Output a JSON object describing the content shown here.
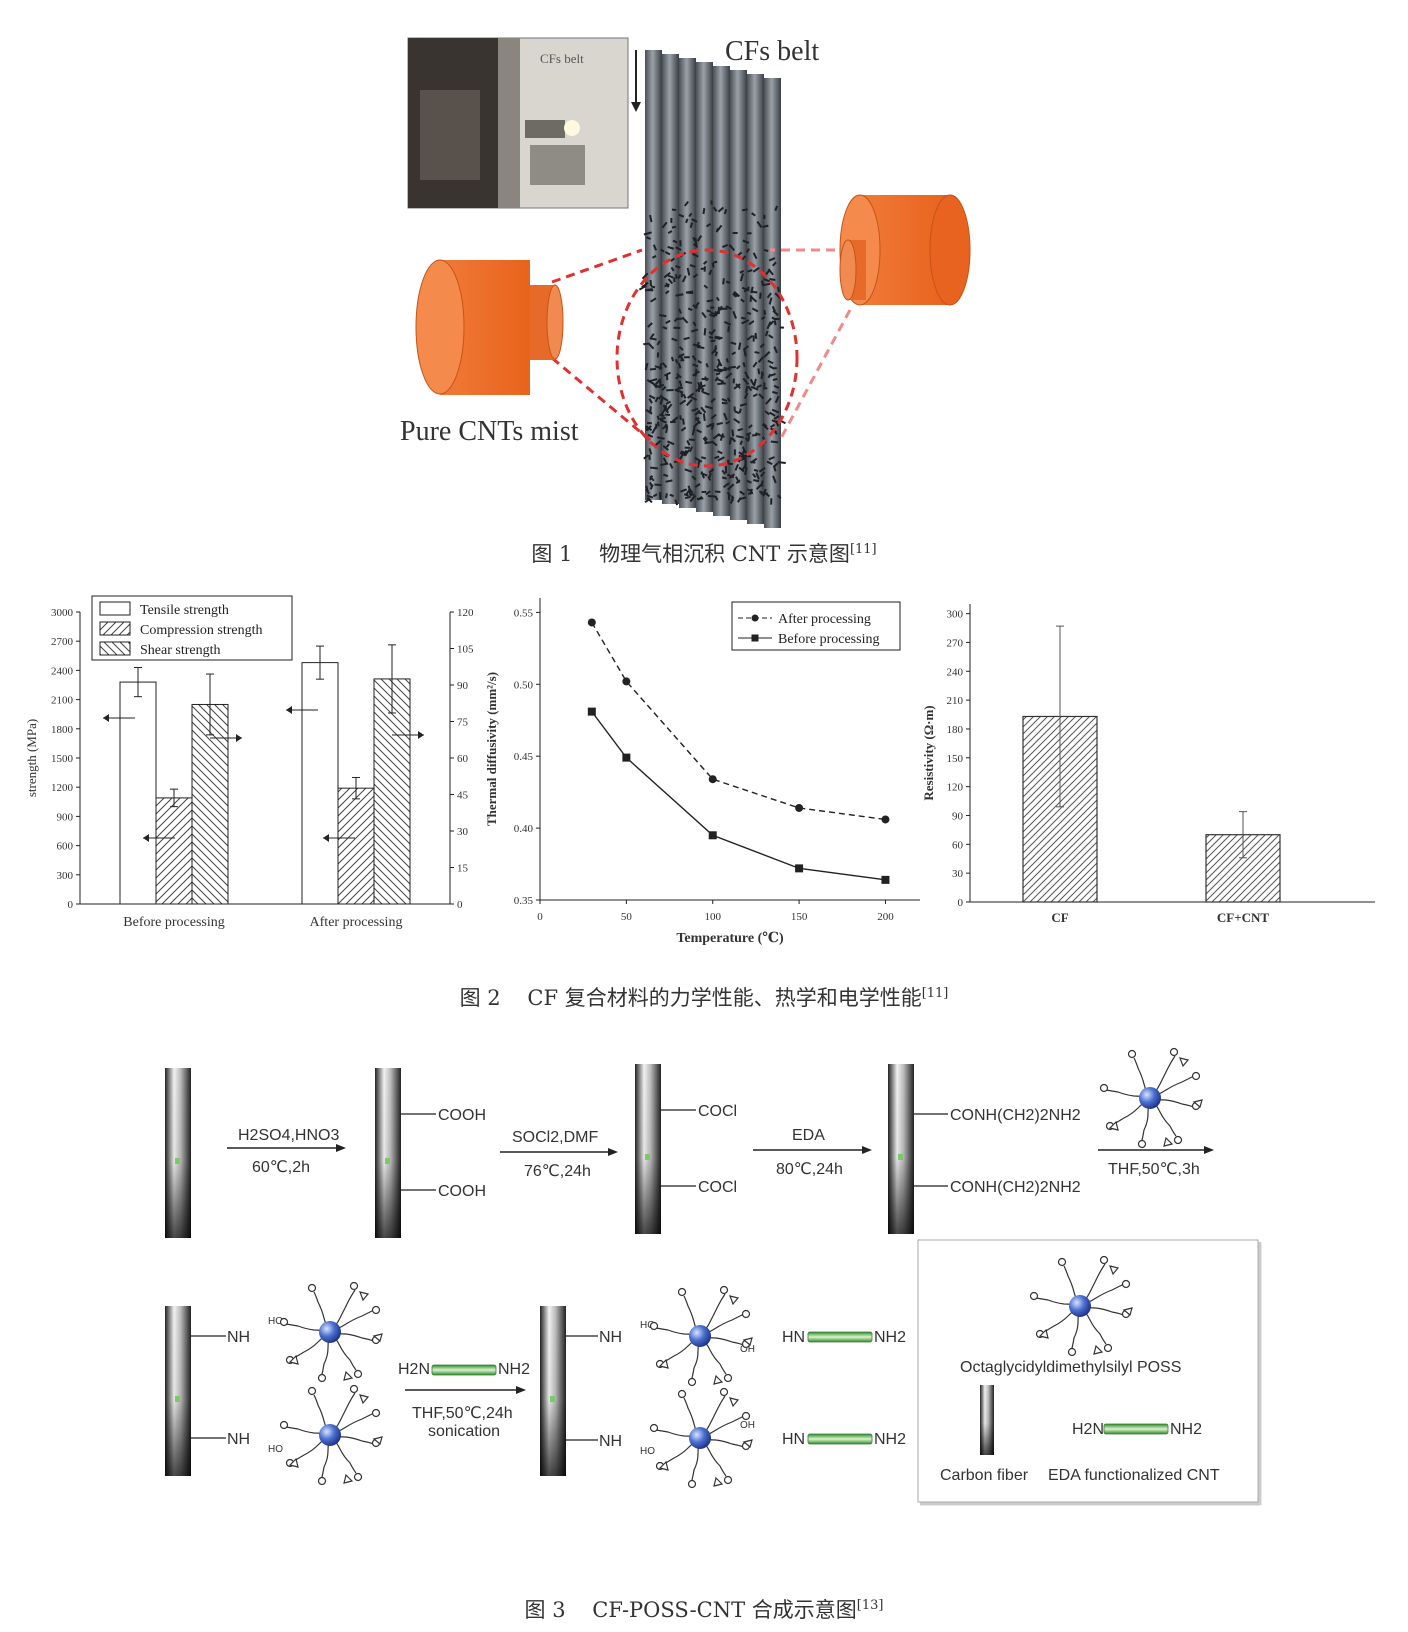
{
  "fig1": {
    "caption_num": "图 1",
    "caption_text": "物理气相沉积 CNT 示意图",
    "caption_ref": "[11]",
    "label_belt": "CFs belt",
    "label_inset_belt": "CFs belt",
    "label_mist": "Pure CNTs mist"
  },
  "fig2": {
    "caption_num": "图 2",
    "caption_text": "CF 复合材料的力学性能、热学和电学性能",
    "caption_ref": "[11]"
  },
  "fig3": {
    "caption_num": "图 3",
    "caption_text": "CF-POSS-CNT 合成示意图",
    "caption_ref": "[13]",
    "step1_top": "H2SO4,HNO3",
    "step1_bottom": "60℃,2h",
    "group1": "COOH",
    "step2_top": "SOCl2,DMF",
    "step2_bottom": "76℃,24h",
    "group2": "COCl",
    "step3_top": "EDA",
    "step3_bottom": "80℃,24h",
    "group3": "CONH(CH2)2NH2",
    "step4_bottom": "THF,50℃,3h",
    "nh": "NH",
    "ho": "HO",
    "oh": "OH",
    "hn": "HN",
    "nh2": "NH2",
    "h2n": "H2N",
    "step5_line1": "THF,50℃,24h",
    "step5_line2": "sonication",
    "legend_poss": "Octaglycidyldimethylsilyl POSS",
    "legend_cf": "Carbon fiber",
    "legend_cnt": "EDA functionalized CNT"
  },
  "chart_data": [
    {
      "type": "bar",
      "categories": [
        "Before processing",
        "After processing"
      ],
      "ylabel": "strength (MPa)",
      "ylim": [
        0,
        3000
      ],
      "y_ticks": [
        "0",
        "300",
        "600",
        "900",
        "1200",
        "1500",
        "1800",
        "2100",
        "2400",
        "2700",
        "3000"
      ],
      "y2lim": [
        0,
        120
      ],
      "y2_ticks": [
        "0",
        "15",
        "30",
        "45",
        "60",
        "75",
        "90",
        "105",
        "120"
      ],
      "legend": [
        "Tensile strength",
        "Compression strength",
        "Shear strength"
      ],
      "legend_position": "top-left",
      "series": [
        {
          "name": "Tensile strength",
          "axis": "left",
          "values": [
            2280,
            2480
          ],
          "errors": [
            150,
            170
          ]
        },
        {
          "name": "Compression strength",
          "axis": "left",
          "values": [
            1090,
            1190
          ],
          "errors": [
            90,
            110
          ]
        },
        {
          "name": "Shear strength",
          "axis": "right",
          "values": [
            82,
            92.5
          ],
          "errors": [
            12.5,
            14
          ]
        }
      ]
    },
    {
      "type": "line",
      "xlabel": "Temperature (℃)",
      "ylabel": "Thermal diffusivity (mm²/s)",
      "xlim": [
        0,
        220
      ],
      "ylim": [
        0.35,
        0.56
      ],
      "x_ticks": [
        "0",
        "50",
        "100",
        "150",
        "200"
      ],
      "y_ticks": [
        "0.35",
        "0.40",
        "0.45",
        "0.50",
        "0.55"
      ],
      "legend_position": "top-right",
      "x": [
        30,
        50,
        100,
        150,
        200
      ],
      "series": [
        {
          "name": "After processing",
          "style": "dashed",
          "marker": "circle",
          "values": [
            0.543,
            0.502,
            0.434,
            0.414,
            0.406
          ]
        },
        {
          "name": "Before processing",
          "style": "solid",
          "marker": "square",
          "values": [
            0.481,
            0.449,
            0.395,
            0.372,
            0.364
          ]
        }
      ]
    },
    {
      "type": "bar",
      "categories": [
        "CF",
        "CF+CNT"
      ],
      "ylabel": "Resistivity (Ω·m)",
      "ylim": [
        0,
        310
      ],
      "y_ticks": [
        "0",
        "30",
        "60",
        "90",
        "120",
        "150",
        "180",
        "210",
        "240",
        "270",
        "300"
      ],
      "values": [
        193,
        70
      ],
      "errors": [
        94,
        24
      ]
    }
  ]
}
